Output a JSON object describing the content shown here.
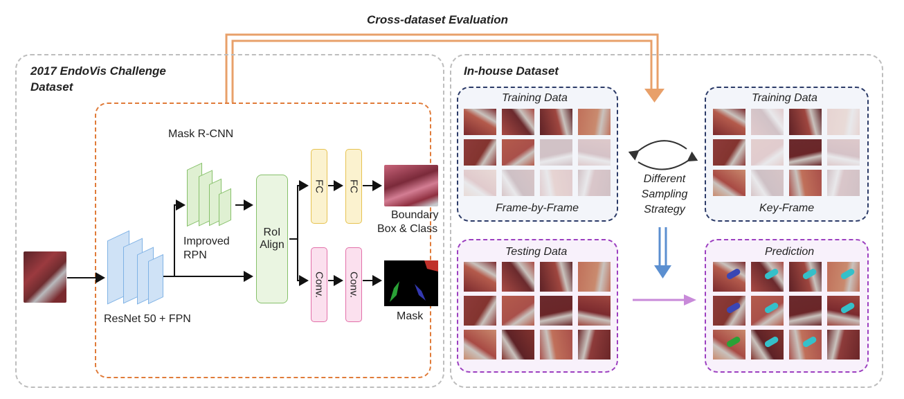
{
  "title": "Cross-dataset Evaluation",
  "left_panel": {
    "title_line1": "2017 EndoVis Challenge",
    "title_line2": "Dataset"
  },
  "mask_rcnn": {
    "label": "Mask R-CNN",
    "backbone_label": "ResNet 50 + FPN",
    "rpn_line1": "Improved",
    "rpn_line2": "RPN",
    "roi_line1": "RoI",
    "roi_line2": "Align",
    "fc1": "FC",
    "fc2": "FC",
    "conv1": "Conv.",
    "conv2": "Conv.",
    "bbox_line1": "Boundary",
    "bbox_line2": "Box & Class",
    "mask_label": "Mask"
  },
  "right_panel": {
    "title": "In-house Dataset",
    "train_left": {
      "title": "Training Data",
      "caption": "Frame-by-Frame"
    },
    "train_right": {
      "title": "Training Data",
      "caption": "Key-Frame"
    },
    "sampling_line1": "Different",
    "sampling_line2": "Sampling",
    "sampling_line3": "Strategy",
    "testing": {
      "title": "Testing Data"
    },
    "prediction": {
      "title": "Prediction"
    }
  },
  "colors": {
    "orange": "#e07b39",
    "arrow_orange": "#e8a06a",
    "navy": "#2b3a67",
    "purple": "#9c3fc0",
    "blue_arrow": "#5b8fd0",
    "violet_arrow": "#c88ad9",
    "cube_blue": "#7fb2e5",
    "cube_green": "#86c06a",
    "fc_yellow": "#e6c250",
    "conv_pink": "#e26fa8"
  }
}
